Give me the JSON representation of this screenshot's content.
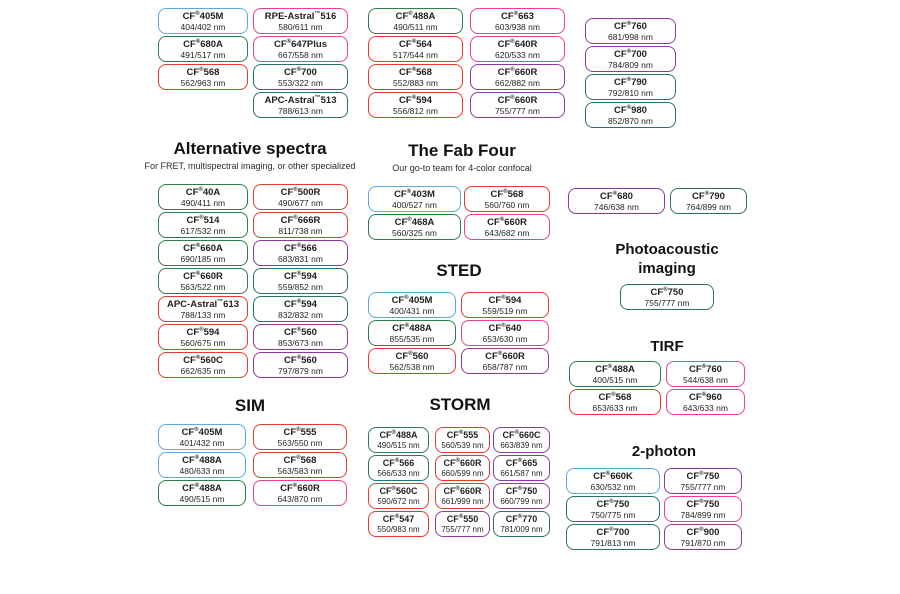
{
  "palette": {
    "blue": "#5aaade",
    "green": "#2f7c4f",
    "red": "#e13b30",
    "pink": "#ed3f92",
    "purple": "#8a3c9c",
    "teal": "#2d6f6b",
    "text": "#231f20"
  },
  "sections": [
    {
      "id": "top-group",
      "title": null,
      "columns": [
        {
          "id": "top-col-1",
          "pills": [
            {
              "name": "CF®405M",
              "spec": "404/402 nm",
              "color": "blue"
            },
            {
              "name": "CF®680A",
              "spec": "491/517 nm",
              "color": "green"
            },
            {
              "name": "CF®568",
              "spec": "562/963 nm",
              "color": "red"
            }
          ]
        },
        {
          "id": "top-col-2",
          "pills": [
            {
              "name": "RPE-Astral™516",
              "spec": "580/611 nm",
              "color": "pink"
            },
            {
              "name": "CF®647Plus",
              "spec": "667/558 nm",
              "color": "pink"
            },
            {
              "name": "CF®700",
              "spec": "553/322 nm",
              "color": "teal"
            },
            {
              "name": "APC-Astral™513",
              "spec": "788/613 nm",
              "color": "teal"
            }
          ]
        },
        {
          "id": "top-col-3",
          "pills": [
            {
              "name": "CF®488A",
              "spec": "490/511 nm",
              "color": "green"
            },
            {
              "name": "CF®564",
              "spec": "517/544 nm",
              "color": "red"
            },
            {
              "name": "CF®568",
              "spec": "552/883 nm",
              "color": "red"
            },
            {
              "name": "CF®594",
              "spec": "556/812 nm",
              "color": "red"
            }
          ]
        },
        {
          "id": "top-col-4",
          "pills": [
            {
              "name": "CF®663",
              "spec": "603/938 nm",
              "color": "pink"
            },
            {
              "name": "CF®640R",
              "spec": "620/533 nm",
              "color": "pink"
            },
            {
              "name": "CF®660R",
              "spec": "662/882 nm",
              "color": "purple"
            },
            {
              "name": "CF®660R",
              "spec": "755/777 nm",
              "color": "purple"
            }
          ]
        },
        {
          "id": "top-col-5",
          "pills": [
            {
              "name": "CF®760",
              "spec": "681/998 nm",
              "color": "purple"
            },
            {
              "name": "CF®700",
              "spec": "784/809 nm",
              "color": "purple"
            },
            {
              "name": "CF®790",
              "spec": "792/810 nm",
              "color": "teal"
            },
            {
              "name": "CF®980",
              "spec": "852/870 nm",
              "color": "teal"
            }
          ]
        }
      ]
    },
    {
      "id": "alternative-spectra",
      "title": "Alternative spectra",
      "subtitle": "For FRET, multispectral imaging, or other specialized",
      "columns": [
        {
          "id": "alt-col-1",
          "pills": [
            {
              "name": "CF®40A",
              "spec": "490/411 nm",
              "color": "green"
            },
            {
              "name": "CF®514",
              "spec": "617/532 nm",
              "color": "green"
            },
            {
              "name": "CF®660A",
              "spec": "690/185 nm",
              "color": "green"
            },
            {
              "name": "CF®660R",
              "spec": "563/522 nm",
              "color": "green"
            },
            {
              "name": "APC-Astral™613",
              "spec": "788/133 nm",
              "color": "red"
            },
            {
              "name": "CF®594",
              "spec": "560/675 nm",
              "color": "red"
            },
            {
              "name": "CF®560C",
              "spec": "662/635 nm",
              "color": "red"
            }
          ]
        },
        {
          "id": "alt-col-2",
          "pills": [
            {
              "name": "CF®500R",
              "spec": "490/677 nm",
              "color": "red"
            },
            {
              "name": "CF®666R",
              "spec": "811/738 nm",
              "color": "red"
            },
            {
              "name": "CF®566",
              "spec": "683/831 nm",
              "color": "purple"
            },
            {
              "name": "CF®594",
              "spec": "559/852 nm",
              "color": "teal"
            },
            {
              "name": "CF®594",
              "spec": "832/832 nm",
              "color": "teal"
            },
            {
              "name": "CF®560",
              "spec": "853/673 nm",
              "color": "purple"
            },
            {
              "name": "CF®560",
              "spec": "797/879 nm",
              "color": "purple"
            }
          ]
        }
      ]
    },
    {
      "id": "fab-four",
      "title": "The Fab Four",
      "subtitle": "Our go-to team for 4-color confocal",
      "columns": [
        {
          "id": "fab-col-1",
          "pills": [
            {
              "name": "CF®403M",
              "spec": "400/527 nm",
              "color": "blue"
            },
            {
              "name": "CF®468A",
              "spec": "560/325 nm",
              "color": "green"
            }
          ]
        },
        {
          "id": "fab-col-2",
          "pills": [
            {
              "name": "CF®568",
              "spec": "560/760 nm",
              "color": "red"
            },
            {
              "name": "CF®660R",
              "spec": "643/682 nm",
              "color": "pink"
            }
          ]
        }
      ]
    },
    {
      "id": "sted",
      "title": "STED",
      "columns": [
        {
          "id": "sted-col-1",
          "pills": [
            {
              "name": "CF®405M",
              "spec": "400/431 nm",
              "color": "blue"
            },
            {
              "name": "CF®488A",
              "spec": "855/535 nm",
              "color": "green"
            },
            {
              "name": "CF®560",
              "spec": "562/538 nm",
              "color": "red"
            }
          ]
        },
        {
          "id": "sted-col-2",
          "pills": [
            {
              "name": "CF®594",
              "spec": "559/519 nm",
              "color": "red"
            },
            {
              "name": "CF®640",
              "spec": "653/630 nm",
              "color": "pink"
            },
            {
              "name": "CF®660R",
              "spec": "658/787 nm",
              "color": "purple"
            }
          ]
        }
      ]
    },
    {
      "id": "sim",
      "title": "SIM",
      "columns": [
        {
          "id": "sim-col-1",
          "pills": [
            {
              "name": "CF®405M",
              "spec": "401/432 nm",
              "color": "blue"
            },
            {
              "name": "CF®488A",
              "spec": "480/633 nm",
              "color": "blue"
            },
            {
              "name": "CF®488A",
              "spec": "490/515 nm",
              "color": "green"
            }
          ]
        },
        {
          "id": "sim-col-2",
          "pills": [
            {
              "name": "CF®555",
              "spec": "563/550 nm",
              "color": "red"
            },
            {
              "name": "CF®568",
              "spec": "563/583 nm",
              "color": "red"
            },
            {
              "name": "CF®660R",
              "spec": "643/870 nm",
              "color": "pink"
            }
          ]
        }
      ]
    },
    {
      "id": "storm",
      "title": "STORM",
      "columns": [
        {
          "id": "storm-col-1",
          "pills": [
            {
              "name": "CF®488A",
              "spec": "490/515 nm",
              "color": "green"
            },
            {
              "name": "CF®566",
              "spec": "566/533 nm",
              "color": "teal"
            },
            {
              "name": "CF®560C",
              "spec": "590/672 nm",
              "color": "red"
            },
            {
              "name": "CF®547",
              "spec": "550/983 nm",
              "color": "red"
            }
          ]
        },
        {
          "id": "storm-col-2",
          "pills": [
            {
              "name": "CF®555",
              "spec": "560/539 nm",
              "color": "red"
            },
            {
              "name": "CF®660R",
              "spec": "660/599 nm",
              "color": "red"
            },
            {
              "name": "CF®660R",
              "spec": "661/999 nm",
              "color": "red"
            },
            {
              "name": "CF®550",
              "spec": "755/777 nm",
              "color": "purple"
            }
          ]
        },
        {
          "id": "storm-col-3",
          "pills": [
            {
              "name": "CF®660C",
              "spec": "663/839 nm",
              "color": "purple"
            },
            {
              "name": "CF®665",
              "spec": "661/587 nm",
              "color": "purple"
            },
            {
              "name": "CF®750",
              "spec": "660/799 nm",
              "color": "purple"
            },
            {
              "name": "CF®770",
              "spec": "781/009 nm",
              "color": "teal"
            }
          ]
        }
      ]
    },
    {
      "id": "nir-pair",
      "title": null,
      "columns": [
        {
          "id": "nir-col-1",
          "pills": [
            {
              "name": "CF®680",
              "spec": "746/638 nm",
              "color": "purple"
            }
          ]
        },
        {
          "id": "nir-col-2",
          "pills": [
            {
              "name": "CF®790",
              "spec": "764/899 nm",
              "color": "teal"
            }
          ]
        }
      ]
    },
    {
      "id": "photoacoustic",
      "title": "Photoacoustic imaging",
      "columns": [
        {
          "id": "pa-col-1",
          "pills": [
            {
              "name": "CF®750",
              "spec": "755/777 nm",
              "color": "teal"
            }
          ]
        }
      ]
    },
    {
      "id": "tirf",
      "title": "TIRF",
      "columns": [
        {
          "id": "tirf-col-1",
          "pills": [
            {
              "name": "CF®488A",
              "spec": "400/515 nm",
              "color": "green"
            },
            {
              "name": "CF®568",
              "spec": "653/633 nm",
              "color": "red"
            }
          ]
        },
        {
          "id": "tirf-col-2",
          "pills": [
            {
              "name": "CF®760",
              "spec": "544/638 nm",
              "color": "pink"
            },
            {
              "name": "CF®960",
              "spec": "643/633 nm",
              "color": "pink"
            }
          ]
        }
      ]
    },
    {
      "id": "two-photon",
      "title": "2-photon",
      "columns": [
        {
          "id": "2p-col-1",
          "pills": [
            {
              "name": "CF®660K",
              "spec": "630/532 nm",
              "color": "blue"
            },
            {
              "name": "CF®750",
              "spec": "750/775 nm",
              "color": "teal"
            },
            {
              "name": "CF®700",
              "spec": "791/813 nm",
              "color": "teal"
            }
          ]
        },
        {
          "id": "2p-col-2",
          "pills": [
            {
              "name": "CF®750",
              "spec": "755/777 nm",
              "color": "purple"
            },
            {
              "name": "CF®750",
              "spec": "784/899 nm",
              "color": "pink"
            },
            {
              "name": "CF®900",
              "spec": "791/870 nm",
              "color": "purple"
            }
          ]
        }
      ]
    }
  ]
}
